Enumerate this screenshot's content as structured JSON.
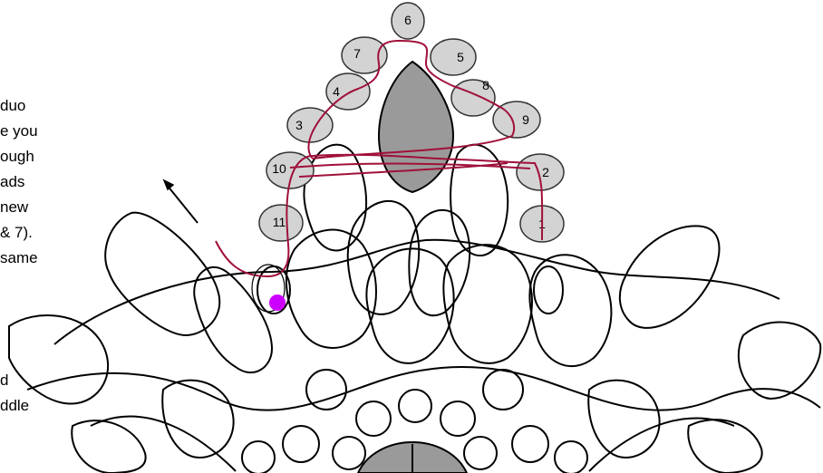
{
  "colors": {
    "bead_fill": "#d3d3d3",
    "center_drop_fill": "#9a9a9a",
    "thread": "#a0103a",
    "marker": "#cc00ff",
    "outline": "#000000"
  },
  "bead_labels": [
    "1",
    "2",
    "3",
    "4",
    "5",
    "6",
    "7",
    "8",
    "9",
    "10",
    "11"
  ],
  "text_fragments": [
    "duo",
    "e you",
    "ough",
    "ads",
    "new",
    "& 7).",
    "same",
    "d",
    "ddle"
  ],
  "icons": {
    "direction_arrow": "arrow-up-left-icon",
    "current_bead_marker": "dot-marker-icon"
  }
}
